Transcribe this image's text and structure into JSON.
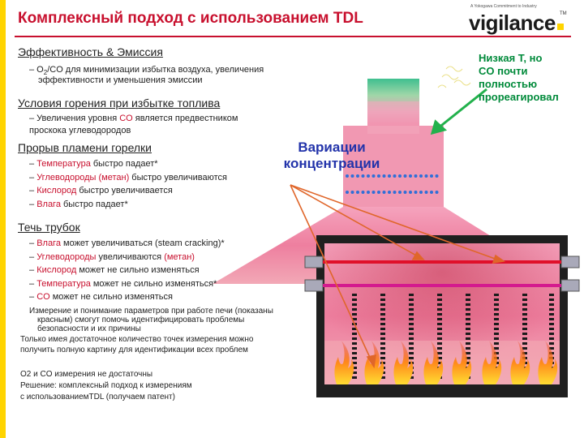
{
  "title": "Комплексный подход с использованием TDL",
  "logo": {
    "tagline": "A Yokogawa Commitment to Industry",
    "text": "vigilance",
    "tm": "TM",
    "accent": "#ffd400"
  },
  "colors": {
    "title_red": "#c8102e",
    "accent_yellow": "#ffd400",
    "callout_green": "#008a3a",
    "concentration_blue": "#2233aa"
  },
  "sections": {
    "efficiency": {
      "heading": "Эффективность & Эмиссия",
      "line1_a": "– O",
      "line1_sub": "2",
      "line1_b": "/CO для минимизации избытка воздуха, увеличения",
      "line2": "эффективности и уменьшения эмиссии"
    },
    "combustion": {
      "heading": "Условия горения при избытке топлива",
      "line1_a": "– Увеличения уровня ",
      "line1_red": "CO",
      "line1_b": " является предвестником",
      "line2": "проскока углеводородов"
    },
    "breakthrough": {
      "heading": "Прорыв пламени горелки",
      "items": [
        {
          "dash": "– ",
          "red": "Температура",
          "rest": " быстро падает*"
        },
        {
          "dash": "– ",
          "red": "Углеводороды (метан)",
          "rest": " быстро увеличиваются"
        },
        {
          "dash": "– ",
          "red": "Кислород",
          "rest": "  быстро увеличивается"
        },
        {
          "dash": "– ",
          "red": "Влага",
          "rest": " быстро падает*"
        }
      ]
    },
    "tube_leak": {
      "heading": "Течь трубок",
      "items": [
        {
          "dash": "– ",
          "red": "Влага",
          "rest": " может увеличиваться (steam cracking)*"
        },
        {
          "dash": "– ",
          "red": "Углеводороды",
          "rest": " увеличиваются ",
          "red2": "(метан)"
        },
        {
          "dash": "– ",
          "red": "Кислород",
          "rest": " может не сильно изменяться"
        },
        {
          "dash": "– ",
          "red": "Температура",
          "rest": " может не сильно изменяться*"
        },
        {
          "dash": "– ",
          "red": "CO",
          "rest": " может не сильно изменяться"
        }
      ]
    }
  },
  "notes": {
    "n1": "Измерение и понимание параметров при работе печи (показаны",
    "n2": "красным) смогут помочь идентифицировать проблемы",
    "n3": "безопасности и их причины",
    "n4": "Только имея достаточное количество точек измерения можно",
    "n5": "получить полную картину для идентификации всех проблем",
    "n6": "O2 и CO измерения не достаточны",
    "n7": "Решение: комплексный подход к измерениям",
    "n8": "с использованиемTDL (получаем патент)"
  },
  "callout_low_temp": {
    "l1": "Низкая Т,  но",
    "l2": "CO почти",
    "l3": "полностью",
    "l4": "прореагировал"
  },
  "concentration_label": {
    "l1": "Вариации",
    "l2": "концентрации"
  }
}
